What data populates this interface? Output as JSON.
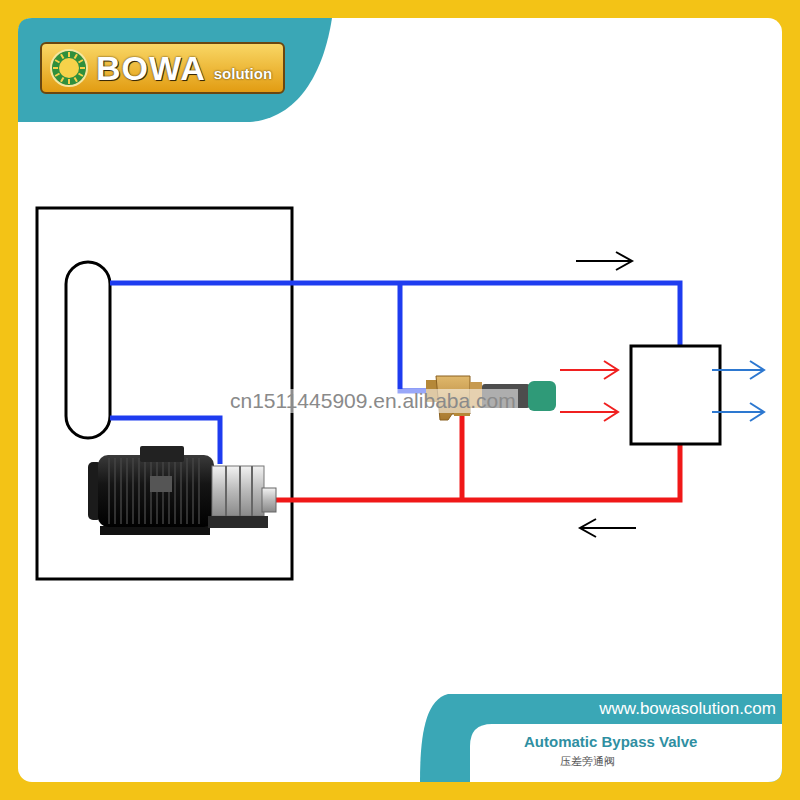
{
  "diagram": {
    "caption": "Automatic Bypass Valve",
    "nodes": [
      {
        "text": [
          "BOWA",
          "solution"
        ]
      },
      {
        "text": [
          "www.bowasolution.com"
        ]
      }
    ],
    "labels": [
      "压差旁通阀",
      "cn1511445909.en.alibaba.com"
    ]
  }
}
